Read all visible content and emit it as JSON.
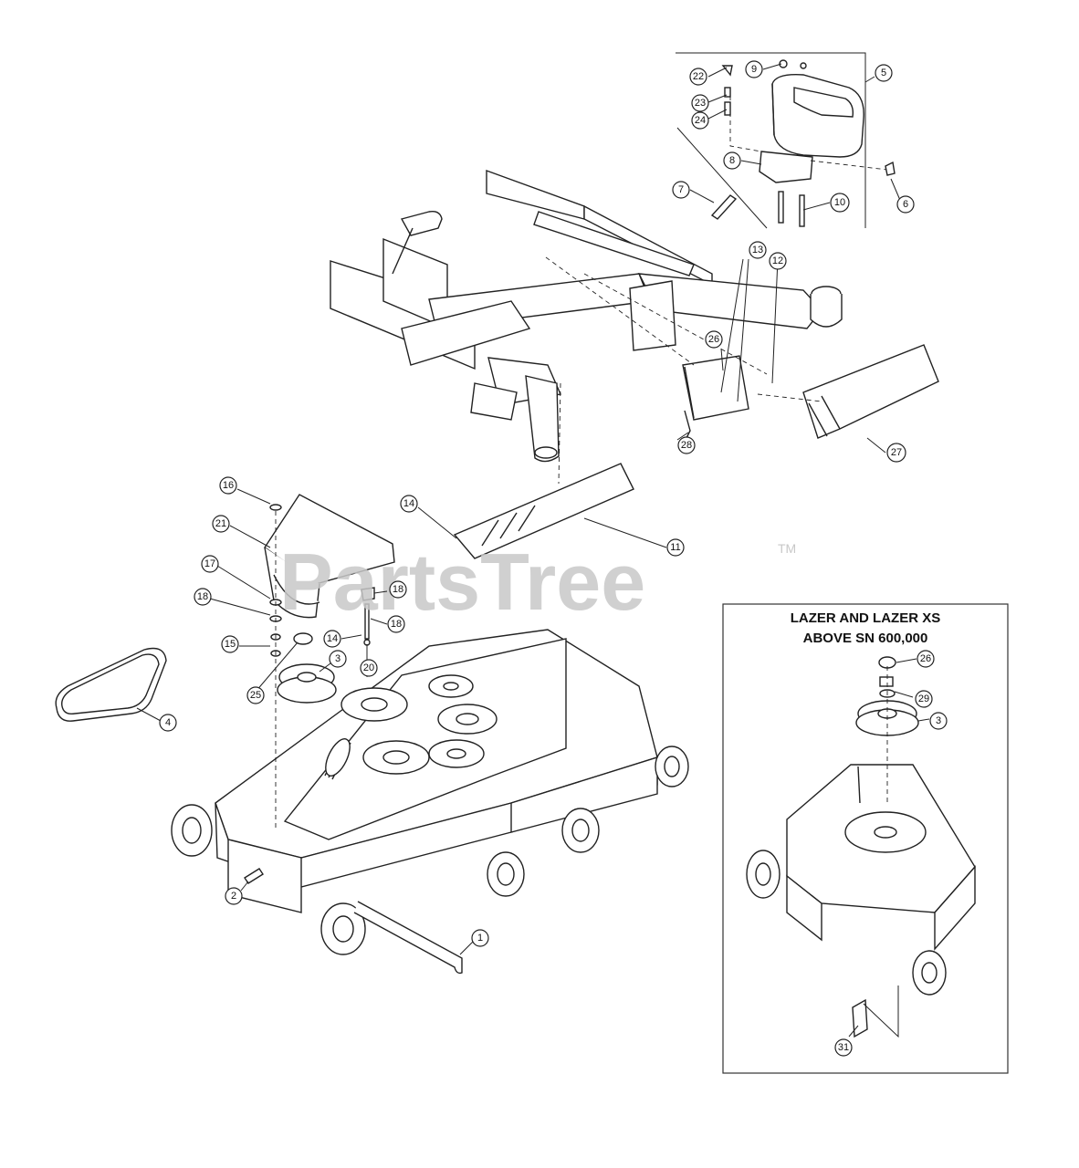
{
  "watermark": {
    "text": "PartsTree",
    "trademark": "TM"
  },
  "inset": {
    "title_line1": "LAZER AND LAZER XS",
    "title_line2": "ABOVE SN 600,000"
  },
  "callouts": [
    "1",
    "2",
    "3",
    "4",
    "5",
    "6",
    "7",
    "8",
    "9",
    "10",
    "11",
    "12",
    "13",
    "14",
    "15",
    "16",
    "17",
    "18",
    "20",
    "21",
    "22",
    "23",
    "24",
    "25",
    "26",
    "27",
    "28",
    "29",
    "31"
  ],
  "colors": {
    "line": "#222222",
    "watermark": "#c8c8c8",
    "background": "#ffffff"
  }
}
